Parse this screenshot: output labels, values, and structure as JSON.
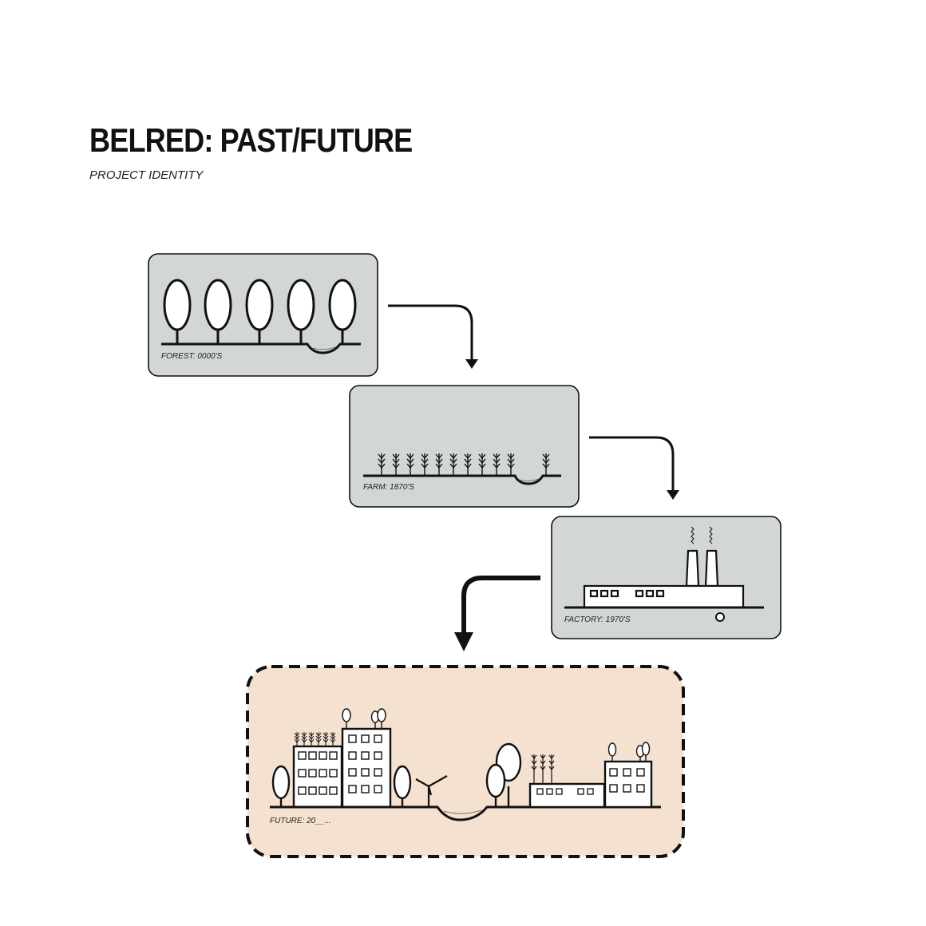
{
  "title": "BELRED: PAST/FUTURE",
  "subtitle": "PROJECT IDENTITY",
  "stages": [
    {
      "label": "FOREST: 0000'S"
    },
    {
      "label": "FARM: 1870'S"
    },
    {
      "label": "FACTORY: 1970'S"
    },
    {
      "label": "FUTURE: 20__..."
    }
  ],
  "colors": {
    "past_panel": "#d3d6d6",
    "future_panel": "#f4e1cf",
    "ink": "#111111"
  }
}
